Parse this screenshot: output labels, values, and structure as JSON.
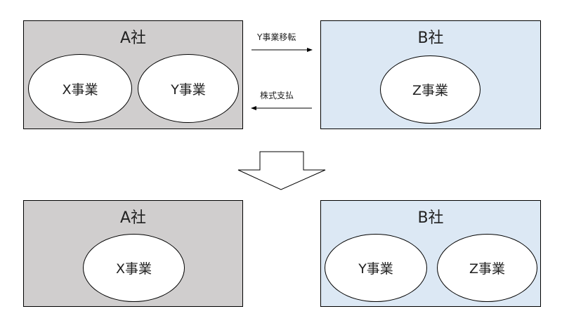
{
  "before": {
    "company_a": {
      "name": "A社",
      "businesses": [
        "X事業",
        "Y事業"
      ]
    },
    "company_b": {
      "name": "B社",
      "businesses": [
        "Z事業"
      ]
    }
  },
  "flows": {
    "transfer_label": "Y事業移転",
    "payment_label": "株式支払"
  },
  "after": {
    "company_a": {
      "name": "A社",
      "businesses": [
        "X事業"
      ]
    },
    "company_b": {
      "name": "B社",
      "businesses": [
        "Y事業",
        "Z事業"
      ]
    }
  },
  "colors": {
    "company_a_fill": "#d0cece",
    "company_b_fill": "#dce8f4",
    "business_fill": "#ffffff",
    "stroke": "#000000"
  }
}
